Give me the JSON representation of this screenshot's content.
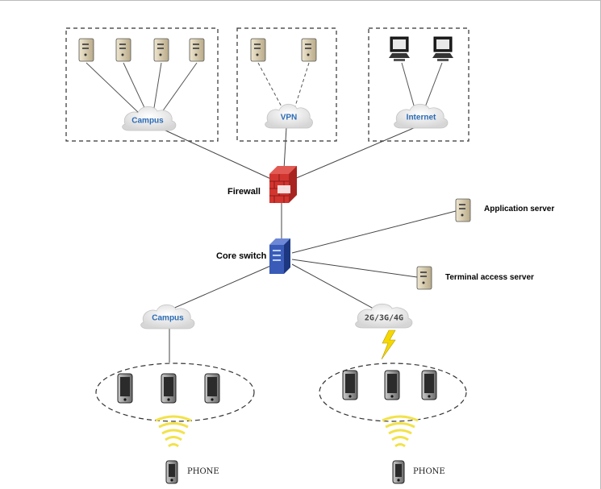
{
  "clouds": {
    "campus_top": "Campus",
    "vpn": "VPN",
    "internet": "Internet",
    "campus_bottom": "Campus",
    "cellular": "2G/3G/4G"
  },
  "labels": {
    "firewall": "Firewall",
    "core_switch": "Core switch",
    "application_server": "Application server",
    "terminal_access_server": "Terminal access server",
    "phone_left": "PHONE",
    "phone_right": "PHONE"
  },
  "colors": {
    "firewall": "#c8302c",
    "core_switch": "#2a4a9a",
    "cloud_text": "#2a6bb5",
    "wifi": "#f2e24a",
    "lightning": "#f5d800"
  },
  "icons": [
    "server-icon",
    "pc-icon",
    "firewall-icon",
    "switch-icon",
    "smartphone-icon",
    "wifi-signal-icon",
    "lightning-icon",
    "cloud-icon"
  ]
}
